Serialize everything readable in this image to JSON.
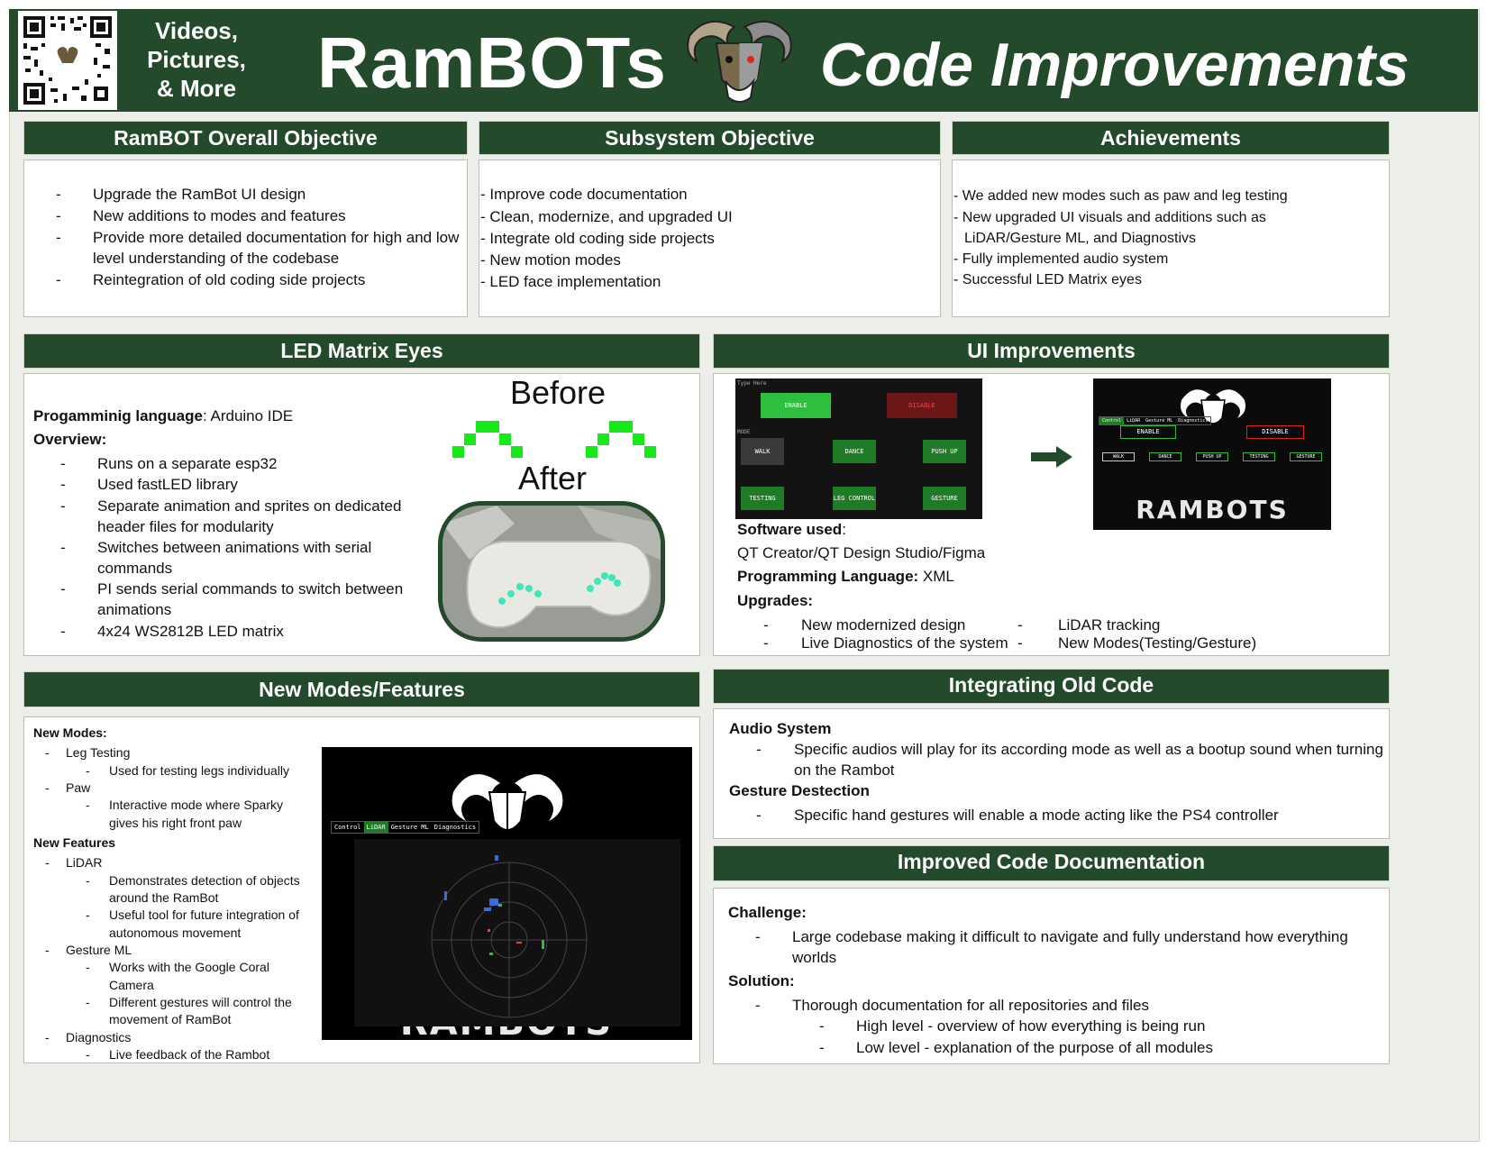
{
  "header": {
    "qr_caption": [
      "Videos,",
      "Pictures,",
      "& More"
    ],
    "title_left": "RamBOTs",
    "title_right": "Code Improvements"
  },
  "overall": {
    "heading": "RamBOT Overall Objective",
    "items": [
      "Upgrade the RamBot UI design",
      "New additions to modes and features",
      "Provide more detailed documentation for high and low",
      "level understanding of the codebase",
      "Reintegration of old coding side projects"
    ]
  },
  "subsystem": {
    "heading": "Subsystem Objective",
    "items": [
      "- Improve code documentation",
      "- Clean, modernize, and upgraded UI",
      "- Integrate old coding side projects",
      "- New motion modes",
      "- LED face implementation"
    ]
  },
  "achievements": {
    "heading": "Achievements",
    "items": [
      "- We added new modes such as paw and leg testing",
      "- New upgraded UI visuals and additions such as",
      "  LiDAR/Gesture ML, and Diagnostivs",
      "- Fully implemented audio system",
      "- Successful LED Matrix eyes"
    ]
  },
  "led": {
    "heading": "LED Matrix Eyes",
    "lang_label": "Progamminig language",
    "lang_value": ": Arduino IDE",
    "overview_label": "Overview:",
    "items": [
      "Runs on a separate esp32",
      "Used fastLED library",
      "Separate animation and sprites on dedicated",
      "header files for modularity",
      "Switches between animations with serial",
      "commands",
      "PI sends serial commands to switch between",
      "animations",
      "4x24 WS2812B LED matrix"
    ],
    "before_label": "Before",
    "after_label": "After"
  },
  "ui": {
    "heading": "UI Improvements",
    "old_screen": {
      "type_here": "Type Here",
      "enable": "ENABLE",
      "disable": "DISABLE",
      "mode": "MODE",
      "buttons": [
        "WALK",
        "DANCE",
        "PUSH UP",
        "TESTING",
        "LEG CONTROL",
        "GESTURE"
      ]
    },
    "new_screen": {
      "tabs": [
        "Control",
        "LiDAR",
        "Gesture ML",
        "Diagnostics"
      ],
      "enable": "ENABLE",
      "disable": "DISABLE",
      "buttons": [
        "WALK",
        "DANCE",
        "PUSH UP",
        "TESTING",
        "GESTURE"
      ],
      "logo_text": "RAMBOTS"
    },
    "software_label": "Software used",
    "software_colon": ":",
    "software_value": "QT Creator/QT Design Studio/Figma",
    "lang_label": "Programming Language:",
    "lang_value": " XML",
    "upgrades_label": "Upgrades:",
    "upgrades": [
      "New modernized design",
      "Live Diagnostics of the system",
      "LiDAR tracking",
      "New Modes(Testing/Gesture)"
    ]
  },
  "modes": {
    "heading": "New Modes/Features",
    "new_modes_label": "New Modes:",
    "leg_testing": "Leg Testing",
    "leg_testing_sub": "Used for testing legs individually",
    "paw": "Paw",
    "paw_sub": [
      "Interactive mode where Sparky",
      "gives his right front paw"
    ],
    "new_features_label": "New Features",
    "lidar": "LiDAR",
    "lidar_sub": [
      "Demonstrates detection of objects",
      "around the RamBot",
      "Useful tool for future integration of",
      "autonomous movement"
    ],
    "gesture": "Gesture ML",
    "gesture_sub": [
      "Works with the Google Coral",
      "Camera",
      "Different gestures will control the",
      "movement of RamBot"
    ],
    "diagnostics": "Diagnostics",
    "diagnostics_sub": "Live feedback of the Rambot",
    "screen_tabs": [
      "Control",
      "LiDAR",
      "Gesture ML",
      "Diagnostics"
    ],
    "screen_logo_text": "RAMBOTS"
  },
  "oldcode": {
    "heading": "Integrating Old Code",
    "audio_label": "Audio System",
    "audio_items": [
      "Specific audios will play for its according mode as well as a bootup sound when turning",
      "on the Rambot"
    ],
    "gesture_label": "Gesture Destection",
    "gesture_items": [
      "Specific hand gestures will enable a mode acting like the PS4 controller"
    ]
  },
  "docs": {
    "heading": "Improved Code Documentation",
    "challenge_label": "Challenge:",
    "challenge_items": [
      "Large codebase making it difficult to navigate and fully understand how everything",
      "worlds"
    ],
    "solution_label": "Solution:",
    "solution_item": "Thorough documentation for all repositories and files",
    "solution_sub": [
      "High level - overview of how everything is being run",
      "Low level  - explanation of the purpose of all modules"
    ]
  },
  "colors": {
    "green": "#234a2a",
    "led_green": "#17e817",
    "accent_button": "#2fbf3f",
    "disable_red": "#9a1d1d"
  }
}
